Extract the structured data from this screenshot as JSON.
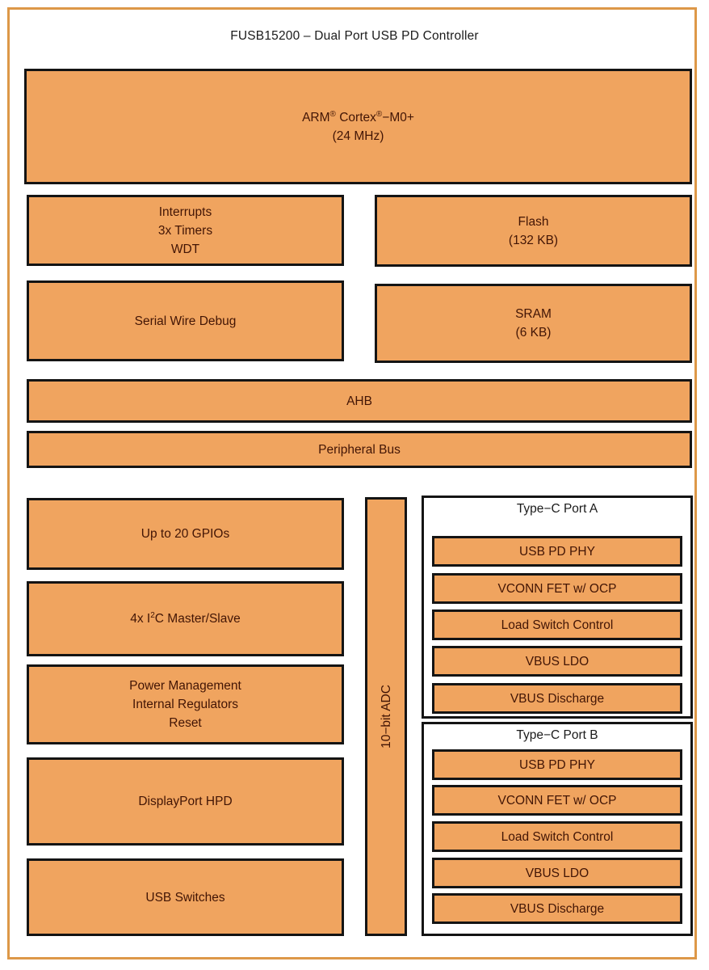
{
  "title": "FUSB15200 – Dual Port USB PD Controller",
  "colors": {
    "block_fill": "#F0A45F",
    "block_border": "#141414",
    "frame_border": "#DD9848",
    "block_text": "#421505",
    "label_text": "#1B1B1B",
    "port_panel_background": "#FFFFFF"
  },
  "blocks": {
    "cpu": {
      "name_prefix": "ARM",
      "reg1": "®",
      "name_mid": " Cortex",
      "reg2": "®",
      "name_suffix": "−M0+",
      "freq": "(24 MHz)"
    },
    "interrupts": {
      "lines": [
        "Interrupts",
        "3x Timers",
        "WDT"
      ]
    },
    "flash": {
      "lines": [
        "Flash",
        "(132 KB)"
      ]
    },
    "serial_wire_debug": {
      "label": "Serial Wire Debug"
    },
    "sram": {
      "lines": [
        "SRAM",
        "(6 KB)"
      ]
    },
    "ahb": {
      "label": "AHB"
    },
    "peripheral_bus": {
      "label": "Peripheral Bus"
    },
    "gpio": {
      "label": "Up to 20 GPIOs"
    },
    "i2c": {
      "prefix": "4x I",
      "sup": "2",
      "suffix": "C Master/Slave"
    },
    "power": {
      "lines": [
        "Power Management",
        "Internal Regulators",
        "Reset"
      ]
    },
    "displayport_hpd": {
      "label": "DisplayPort HPD"
    },
    "usb_switches": {
      "label": "USB Switches"
    },
    "adc": {
      "label": "10−bit ADC"
    }
  },
  "ports": {
    "a": {
      "title": "Type−C Port A",
      "items": [
        "USB PD PHY",
        "VCONN FET w/ OCP",
        "Load Switch Control",
        "VBUS LDO",
        "VBUS Discharge"
      ]
    },
    "b": {
      "title": "Type−C Port B",
      "items": [
        "USB PD PHY",
        "VCONN FET w/ OCP",
        "Load Switch Control",
        "VBUS LDO",
        "VBUS Discharge"
      ]
    }
  }
}
